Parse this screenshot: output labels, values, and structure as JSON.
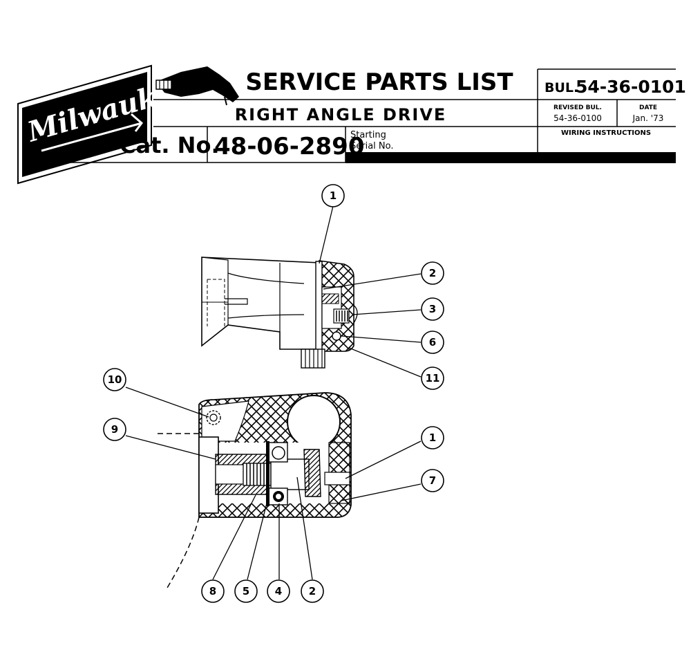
{
  "header": {
    "brand": "Milwaukee",
    "title": "SERVICE PARTS LIST",
    "subtitle": "RIGHT ANGLE DRIVE",
    "cat_label": "Cat. No.",
    "cat_number": "48-06-2890",
    "starting_serial_line1": "Starting",
    "starting_serial_line2": "Serial No.",
    "bulletin_label": "BUL.",
    "bulletin_number": "54-36-0101",
    "revised_label": "REVISED BUL.",
    "revised_value": "54-36-0100",
    "date_label": "DATE",
    "date_value": "Jan. '73",
    "wiring_label": "WIRING INSTRUCTIONS"
  },
  "callouts": [
    {
      "id": "c1-top",
      "label": "1"
    },
    {
      "id": "c2-top",
      "label": "2"
    },
    {
      "id": "c3",
      "label": "3"
    },
    {
      "id": "c6",
      "label": "6"
    },
    {
      "id": "c11",
      "label": "11"
    },
    {
      "id": "c10",
      "label": "10"
    },
    {
      "id": "c9",
      "label": "9"
    },
    {
      "id": "c1-bottom",
      "label": "1"
    },
    {
      "id": "c7",
      "label": "7"
    },
    {
      "id": "c8",
      "label": "8"
    },
    {
      "id": "c5",
      "label": "5"
    },
    {
      "id": "c4",
      "label": "4"
    },
    {
      "id": "c2-bottom",
      "label": "2"
    }
  ]
}
